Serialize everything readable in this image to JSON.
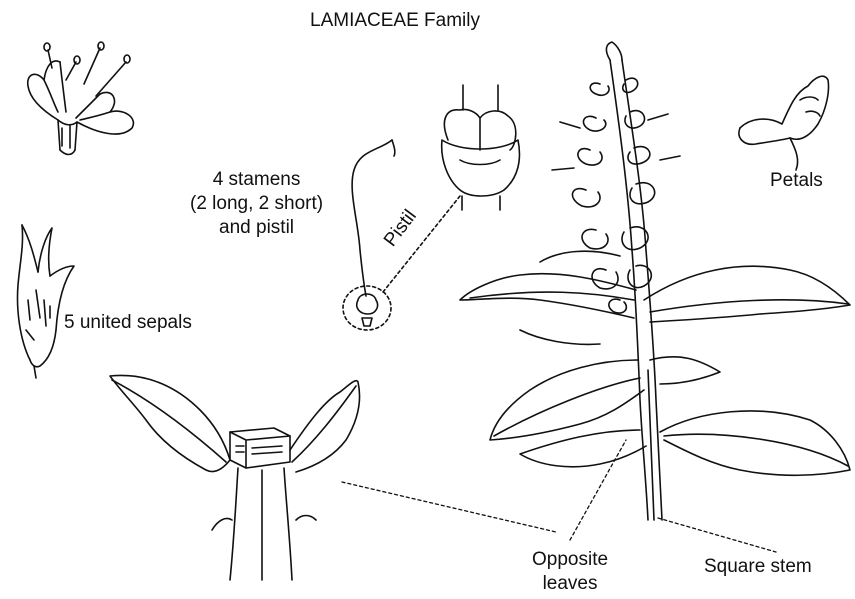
{
  "title": "LAMIACEAE Family",
  "labels": {
    "stamens": [
      "4 stamens",
      "(2 long, 2 short)",
      "and pistil"
    ],
    "sepals": "5 united sepals",
    "pistil": "Pistil",
    "petals": "Petals",
    "opposite_leaves": [
      "Opposite",
      "leaves"
    ],
    "square_stem": "Square stem"
  },
  "colors": {
    "ink": "#111111",
    "background": "#ffffff"
  }
}
